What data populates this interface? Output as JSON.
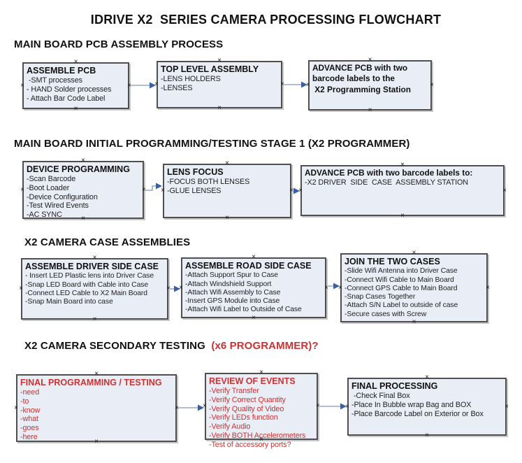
{
  "page_title": "IDRIVE X2  SERIES CAMERA PROCESSING FLOWCHART",
  "colors": {
    "box_fill": "#e9edf5",
    "box_border": "#4f4f4f",
    "red": "#c93333",
    "arrow_line": "#93a9c7",
    "arrow_head": "#3a5fa8"
  },
  "sections": [
    {
      "header": "MAIN BOARD PCB ASSEMBLY PROCESS",
      "boxes": [
        {
          "variant": "black",
          "title_lines": [
            "ASSEMBLE PCB"
          ],
          "items": [
            " -SMT processes",
            "- HAND Solder processes",
            "- Attach Bar Code Label"
          ]
        },
        {
          "variant": "black",
          "title_lines": [
            "TOP LEVEL ASSEMBLY"
          ],
          "items": [
            "-LENS HOLDERS",
            "-LENSES"
          ]
        },
        {
          "variant": "black",
          "title_lines": [
            "ADVANCE PCB with two",
            "barcode labels to the",
            " X2 Programming Station"
          ],
          "items": []
        }
      ]
    },
    {
      "header": "MAIN BOARD INITIAL PROGRAMMING/TESTING STAGE 1 (X2 PROGRAMMER)",
      "boxes": [
        {
          "variant": "black",
          "title_lines": [
            "DEVICE PROGRAMMING"
          ],
          "items": [
            "-Scan Barcode",
            "-Boot Loader",
            "-Device Configuration",
            "-Test Wired Events",
            "-AC SYNC"
          ]
        },
        {
          "variant": "black",
          "title_lines": [
            "LENS FOCUS"
          ],
          "items": [
            "-FOCUS BOTH LENSES",
            "-GLUE LENSES"
          ]
        },
        {
          "variant": "black",
          "title_lines": [
            "ADVANCE PCB with two barcode labels to:"
          ],
          "items": [
            "-X2 DRIVER  SIDE  CASE  ASSEMBLY STATION"
          ]
        }
      ]
    },
    {
      "header": "X2 CAMERA CASE ASSEMBLIES",
      "boxes": [
        {
          "variant": "black",
          "title_lines": [
            "ASSEMBLE DRIVER SIDE CASE"
          ],
          "items": [
            "- Insert LED Plastic lens into Driver Case",
            "-Snap LED Board with Cable into Case",
            "-Connect LED Cable to X2 Main Board",
            "-Snap Main Board into case"
          ]
        },
        {
          "variant": "black",
          "title_lines": [
            "ASSEMBLE ROAD SIDE CASE"
          ],
          "items": [
            "-Attach Support Spur to Case",
            "-Attach Windshield Support",
            "-Attach Wifi Assembly to Case",
            "-Insert GPS Module into Case",
            "-Attach Wifi Label to Outside of Case"
          ]
        },
        {
          "variant": "black",
          "title_lines": [
            "JOIN THE TWO CASES"
          ],
          "items": [
            "-Slide Wifi Antenna into Driver Case",
            "-Connect Wifi Cable to Main Board",
            "-Connect GPS Cable to Main Board",
            "-Snap Cases Together",
            "-Attach S/N Label to outside of case",
            "-Secure cases with Screw"
          ]
        }
      ]
    },
    {
      "header": "X2 CAMERA SECONDARY TESTING ",
      "header_red": " (x6 PROGRAMMER)?",
      "boxes": [
        {
          "variant": "red",
          "title_lines": [
            "FINAL PROGRAMMING / TESTING"
          ],
          "items": [
            "-need",
            "-to",
            "-know",
            "-what",
            "-goes",
            "-here"
          ]
        },
        {
          "variant": "red",
          "title_lines": [
            "REVIEW OF EVENTS"
          ],
          "items": [
            "-Verify Transfer",
            "-Verify Correct Quantity",
            "-Verify Quality of Video",
            "-Verify LEDs function",
            "-Verify Audio",
            "-Verify BOTH Accelerometers",
            "-Test of accessory ports?"
          ]
        },
        {
          "variant": "black",
          "title_lines": [
            "FINAL PROCESSING"
          ],
          "items": [
            " -Check Final Box",
            "-Place In Bubble wrap Bag and BOX",
            "-Place Barcode Label on Exterior or Box"
          ]
        }
      ]
    }
  ]
}
